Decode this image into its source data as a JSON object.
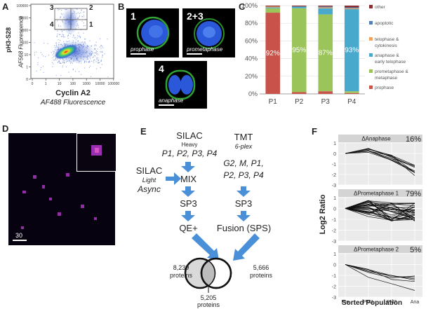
{
  "panels": {
    "a": "A",
    "b": "B",
    "c": "C",
    "d": "D",
    "e": "E",
    "f": "F"
  },
  "panel_a": {
    "ylabel": "pH3-S28",
    "ylabel2": "AF568 Fluorescence",
    "xlabel": "Cyclin A2",
    "xlabel2": "AF488 Fluorescence",
    "yticks": [
      "100000",
      "10000",
      "1000",
      "100",
      "10",
      "1",
      "0"
    ],
    "xticks": [
      "0",
      "1",
      "10",
      "100",
      "1000",
      "10000",
      "100000"
    ],
    "gates": [
      "3",
      "2",
      "4",
      "1"
    ]
  },
  "panel_b": {
    "images": [
      {
        "num": "1",
        "phase": "prophase"
      },
      {
        "num": "2+3",
        "phase": "prometaphase"
      },
      {
        "num": "4",
        "phase": "anaphase"
      }
    ]
  },
  "panel_d": {
    "scale": "30"
  },
  "panel_e": {
    "silac_heavy": "SILAC",
    "silac_heavy_sub": "Heavy",
    "heavy_samples": "P1, P2, P3, P4",
    "silac_light": "SILAC",
    "silac_light_sub": "Light",
    "light_sample": "Async",
    "mix": "MIX",
    "sp3_left": "SP3",
    "qe": "QE+",
    "tmt": "TMT",
    "tmt_sub": "6-plex",
    "tmt_samples_1": "G2, M, P1,",
    "tmt_samples_2": "P2, P3, P4",
    "sp3_right": "SP3",
    "fusion": "Fusion (SPS)",
    "left_count": "8,239",
    "left_unit": "proteins",
    "right_count": "5,666",
    "right_unit": "proteins",
    "overlap_count": "5,205",
    "overlap_unit": "proteins"
  },
  "panel_f": {
    "ylabel": "Log2 Ratio",
    "xlabel": "Sorted Population",
    "yticks": [
      "1",
      "0",
      "-1",
      "-2",
      "-3"
    ],
    "xticks": [
      "Pro",
      "PM1",
      "PM2",
      "Ana"
    ],
    "facets": [
      {
        "title": "ΔAnaphase",
        "pct": "16%"
      },
      {
        "title": "ΔPrometaphase 1",
        "pct": "79%"
      },
      {
        "title": "ΔPrometaphase 2",
        "pct": "5%"
      }
    ]
  },
  "chart_data": {
    "type": "bar",
    "stacked": true,
    "categories": [
      "P1",
      "P2",
      "P3",
      "P4"
    ],
    "yticks": [
      "100%",
      "80%",
      "60%",
      "40%",
      "20%",
      "0%"
    ],
    "ylim": [
      0,
      100
    ],
    "legend_position": "right",
    "series": [
      {
        "name": "prophase",
        "color": "#c9524b",
        "values": [
          92,
          2,
          3,
          1
        ]
      },
      {
        "name": "prometaphase & metaphase",
        "color": "#9bc45a",
        "values": [
          5,
          95,
          87,
          2
        ]
      },
      {
        "name": "anaphase & early telophase",
        "color": "#49a9cc",
        "values": [
          1,
          2,
          7,
          93
        ]
      },
      {
        "name": "telophase & cytokinesis",
        "color": "#f2a45a",
        "values": [
          1,
          0,
          1,
          1
        ]
      },
      {
        "name": "apoptotic",
        "color": "#4f7fb5",
        "values": [
          0,
          0,
          1,
          1
        ]
      },
      {
        "name": "other",
        "color": "#8b2d2f",
        "values": [
          1,
          1,
          1,
          2
        ]
      }
    ],
    "labels": [
      "92%",
      "95%",
      "87%",
      "93%"
    ],
    "label_series": [
      0,
      1,
      1,
      2
    ]
  }
}
